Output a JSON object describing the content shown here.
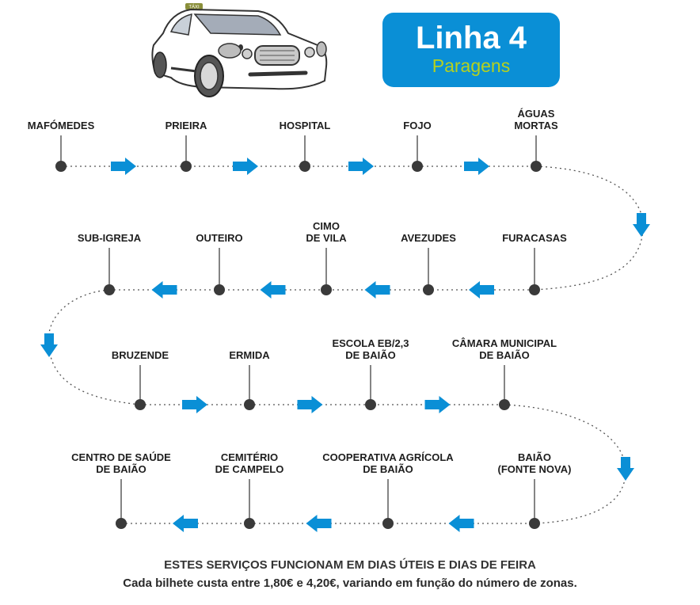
{
  "header": {
    "title": "Linha 4",
    "subtitle": "Paragens",
    "taxi_sign": "TÁXI",
    "title_bg_color": "#0a8fd6",
    "subtitle_color": "#b5d11e"
  },
  "route": {
    "arrow_color": "#0a8fd6",
    "stop_color": "#3a3a3a",
    "rows": [
      {
        "direction": "right",
        "stops": [
          {
            "lines": [
              "MAFÓMEDES"
            ]
          },
          {
            "lines": [
              "PRIEIRA"
            ]
          },
          {
            "lines": [
              "HOSPITAL"
            ]
          },
          {
            "lines": [
              "FOJO"
            ]
          },
          {
            "lines": [
              "ÁGUAS",
              "MORTAS"
            ]
          }
        ]
      },
      {
        "direction": "left",
        "stops": [
          {
            "lines": [
              "SUB-IGREJA"
            ]
          },
          {
            "lines": [
              "OUTEIRO"
            ]
          },
          {
            "lines": [
              "CIMO",
              "DE VILA"
            ]
          },
          {
            "lines": [
              "AVEZUDES"
            ]
          },
          {
            "lines": [
              "FURACASAS"
            ]
          }
        ]
      },
      {
        "direction": "right",
        "stops": [
          {
            "lines": [
              "BRUZENDE"
            ]
          },
          {
            "lines": [
              "ERMIDA"
            ]
          },
          {
            "lines": [
              "ESCOLA EB/2,3",
              "DE BAIÃO"
            ]
          },
          {
            "lines": [
              "CÂMARA MUNICIPAL",
              "DE BAIÃO"
            ]
          }
        ]
      },
      {
        "direction": "left",
        "stops": [
          {
            "lines": [
              "CENTRO DE SAÚDE",
              "DE BAIÃO"
            ]
          },
          {
            "lines": [
              "CEMITÉRIO",
              "DE CAMPELO"
            ]
          },
          {
            "lines": [
              "COOPERATIVA AGRÍCOLA",
              "DE BAIÃO"
            ]
          },
          {
            "lines": [
              "BAIÃO",
              "(FONTE NOVA)"
            ]
          }
        ]
      }
    ]
  },
  "footer": {
    "line1": "ESTES SERVIÇOS FUNCIONAM EM DIAS ÚTEIS E DIAS DE FEIRA",
    "line2": "Cada bilhete custa entre 1,80€ e 4,20€, variando em função do número de zonas."
  }
}
